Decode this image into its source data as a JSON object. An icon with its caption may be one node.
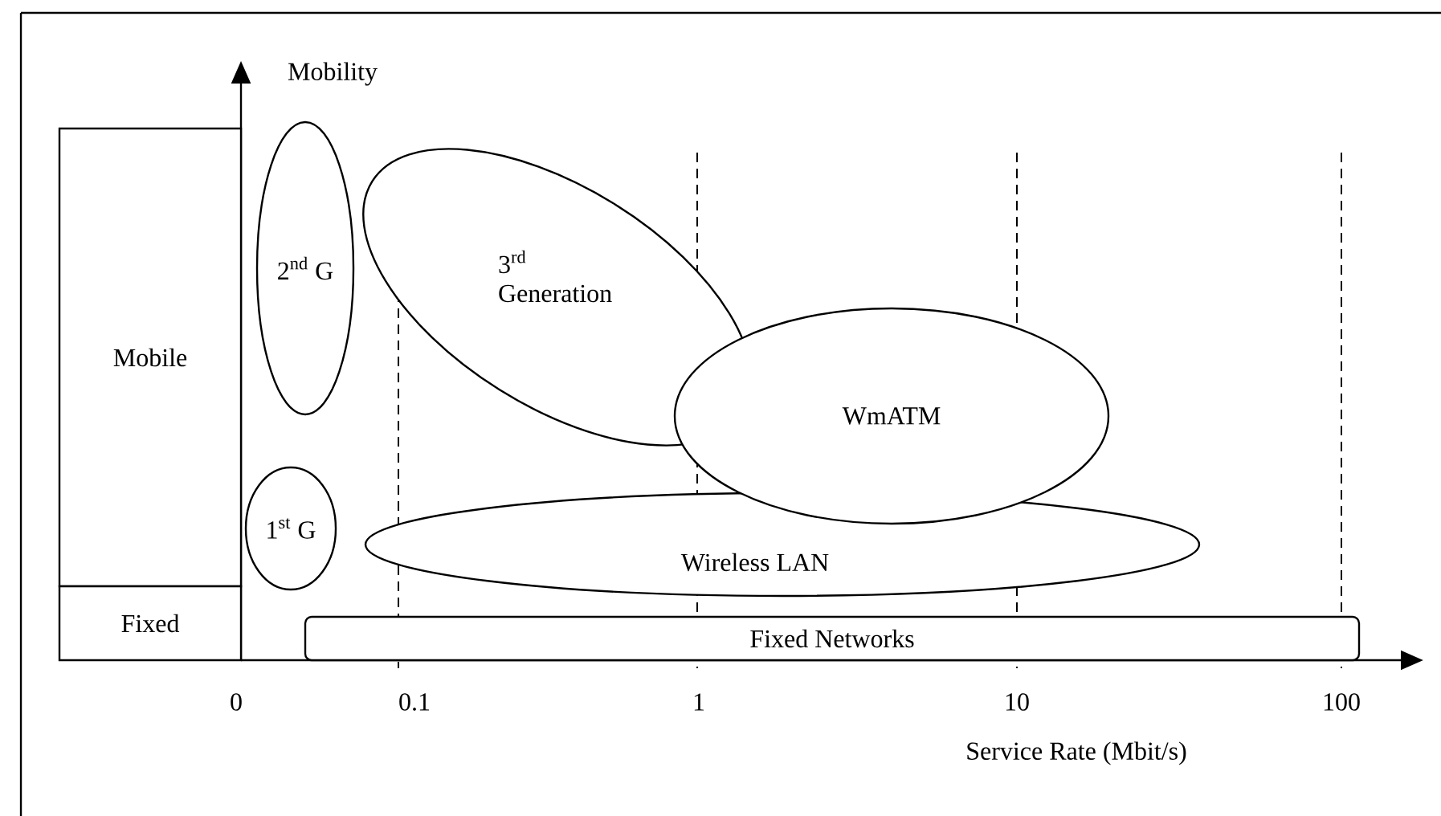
{
  "diagram": {
    "nodes": [
      {
        "text": [
          "Mobile"
        ]
      },
      {
        "text": [
          "Fixed"
        ]
      },
      {
        "text": [
          "2$^{nd}$ G"
        ]
      },
      {
        "text": [
          "3$^{rd}$ Generation"
        ]
      },
      {
        "text": [
          "WmATM"
        ]
      },
      {
        "text": [
          "1$^{st}$ G"
        ]
      },
      {
        "text": [
          "Wireless LAN"
        ]
      },
      {
        "text": [
          "Fixed Networks"
        ]
      }
    ],
    "labels": [
      "Mobility",
      "0",
      "0.1",
      "1",
      "10",
      "100",
      "Service Rate (Mbit/s)"
    ]
  }
}
